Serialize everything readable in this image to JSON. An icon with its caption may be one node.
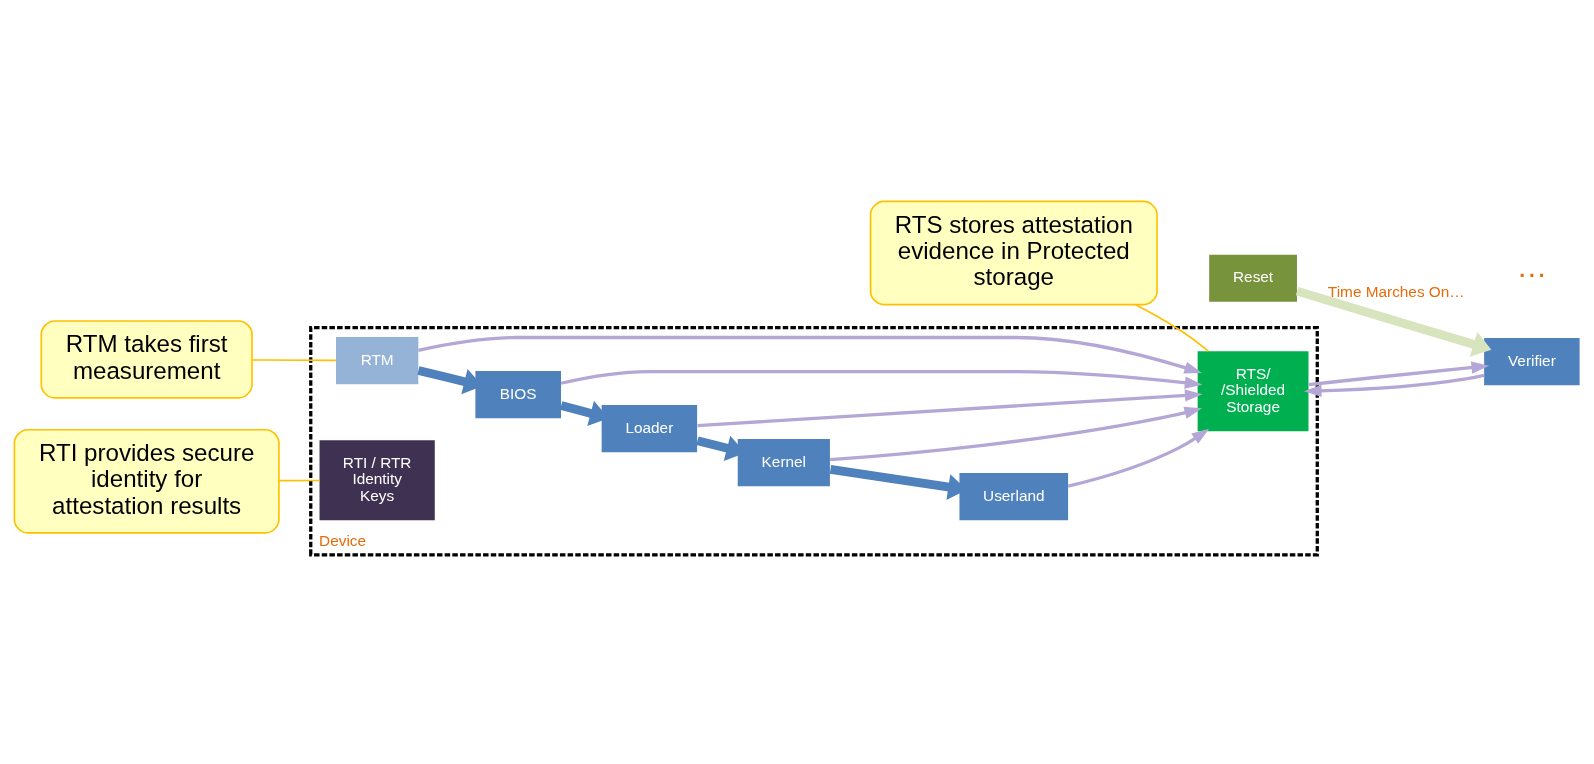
{
  "diagram": {
    "nodes": [
      {
        "text": [
          "Device"
        ]
      },
      {
        "text": [
          "RTM"
        ],
        "in": 0
      },
      {
        "text": [
          "BIOS"
        ],
        "in": 0
      },
      {
        "text": [
          "Loader"
        ],
        "in": 0
      },
      {
        "text": [
          "Kernel"
        ],
        "in": 0
      },
      {
        "text": [
          "Userland"
        ],
        "in": 0
      },
      {
        "text": [
          "RTS/ /Shielded Storage"
        ],
        "in": 0
      },
      {
        "text": [
          "RTI / RTR Identity Keys"
        ],
        "in": 0
      },
      {
        "text": [
          "Verifier"
        ]
      },
      {
        "text": [
          "Reset"
        ]
      },
      {
        "text": [
          "RTM takes first measurement"
        ]
      },
      {
        "text": [
          "RTI provides secure identity for attestation results"
        ]
      },
      {
        "text": [
          "RTS stores attestation evidence in Protected storage"
        ]
      }
    ],
    "edges": [
      {
        "from": 1,
        "to": 2,
        "arrow": "to",
        "style": "thick",
        "color": "#4f81bd"
      },
      {
        "from": 2,
        "to": 3,
        "arrow": "to",
        "style": "thick",
        "color": "#4f81bd"
      },
      {
        "from": 3,
        "to": 4,
        "arrow": "to",
        "style": "thick",
        "color": "#4f81bd"
      },
      {
        "from": 4,
        "to": 5,
        "arrow": "to",
        "style": "thick",
        "color": "#4f81bd"
      },
      {
        "from": 1,
        "to": 6,
        "arrow": "to"
      },
      {
        "from": 2,
        "to": 6,
        "arrow": "to"
      },
      {
        "from": 3,
        "to": 6,
        "arrow": "to"
      },
      {
        "from": 4,
        "to": 6,
        "arrow": "to"
      },
      {
        "from": 5,
        "to": 6,
        "arrow": "to"
      },
      {
        "from": 6,
        "to": 8,
        "arrow": "to"
      },
      {
        "from": 8,
        "to": 6,
        "arrow": "to"
      },
      {
        "from": 9,
        "to": 8,
        "arrow": "to",
        "label": "Time Marches On…",
        "style": "thick",
        "color": "#d7e4bd"
      },
      {
        "from": 10,
        "to": 1,
        "arrow": "none",
        "color": "#ffc000"
      },
      {
        "from": 11,
        "to": 7,
        "arrow": "none",
        "color": "#ffc000"
      },
      {
        "from": 12,
        "to": 6,
        "arrow": "none",
        "color": "#ffc000"
      }
    ],
    "labels": [
      "…"
    ]
  }
}
